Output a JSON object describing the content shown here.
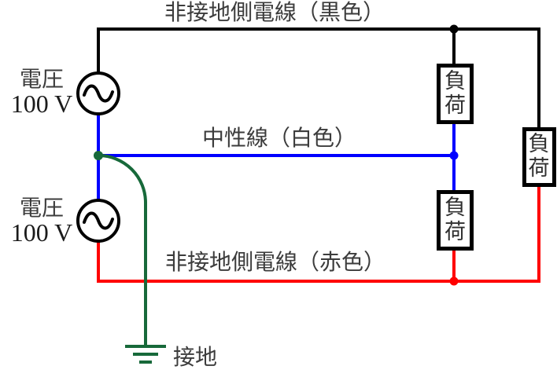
{
  "diagram": {
    "type": "single-phase-three-wire-circuit",
    "wire_labels": {
      "black": "非接地側電線（黒色）",
      "white": "中性線（白色）",
      "red": "非接地側電線（赤色）"
    },
    "sources": [
      {
        "caption": "電圧",
        "value": "100 V"
      },
      {
        "caption": "電圧",
        "value": "100 V"
      }
    ],
    "loads": [
      {
        "label": "負荷"
      },
      {
        "label": "負荷"
      },
      {
        "label": "負荷"
      }
    ],
    "ground_label": "接地",
    "colors": {
      "black_wire": "#000000",
      "neutral_wire": "#0000ff",
      "red_wire": "#ff0000",
      "ground_wire": "#17693a",
      "label_text": "#3c3c3c"
    }
  }
}
